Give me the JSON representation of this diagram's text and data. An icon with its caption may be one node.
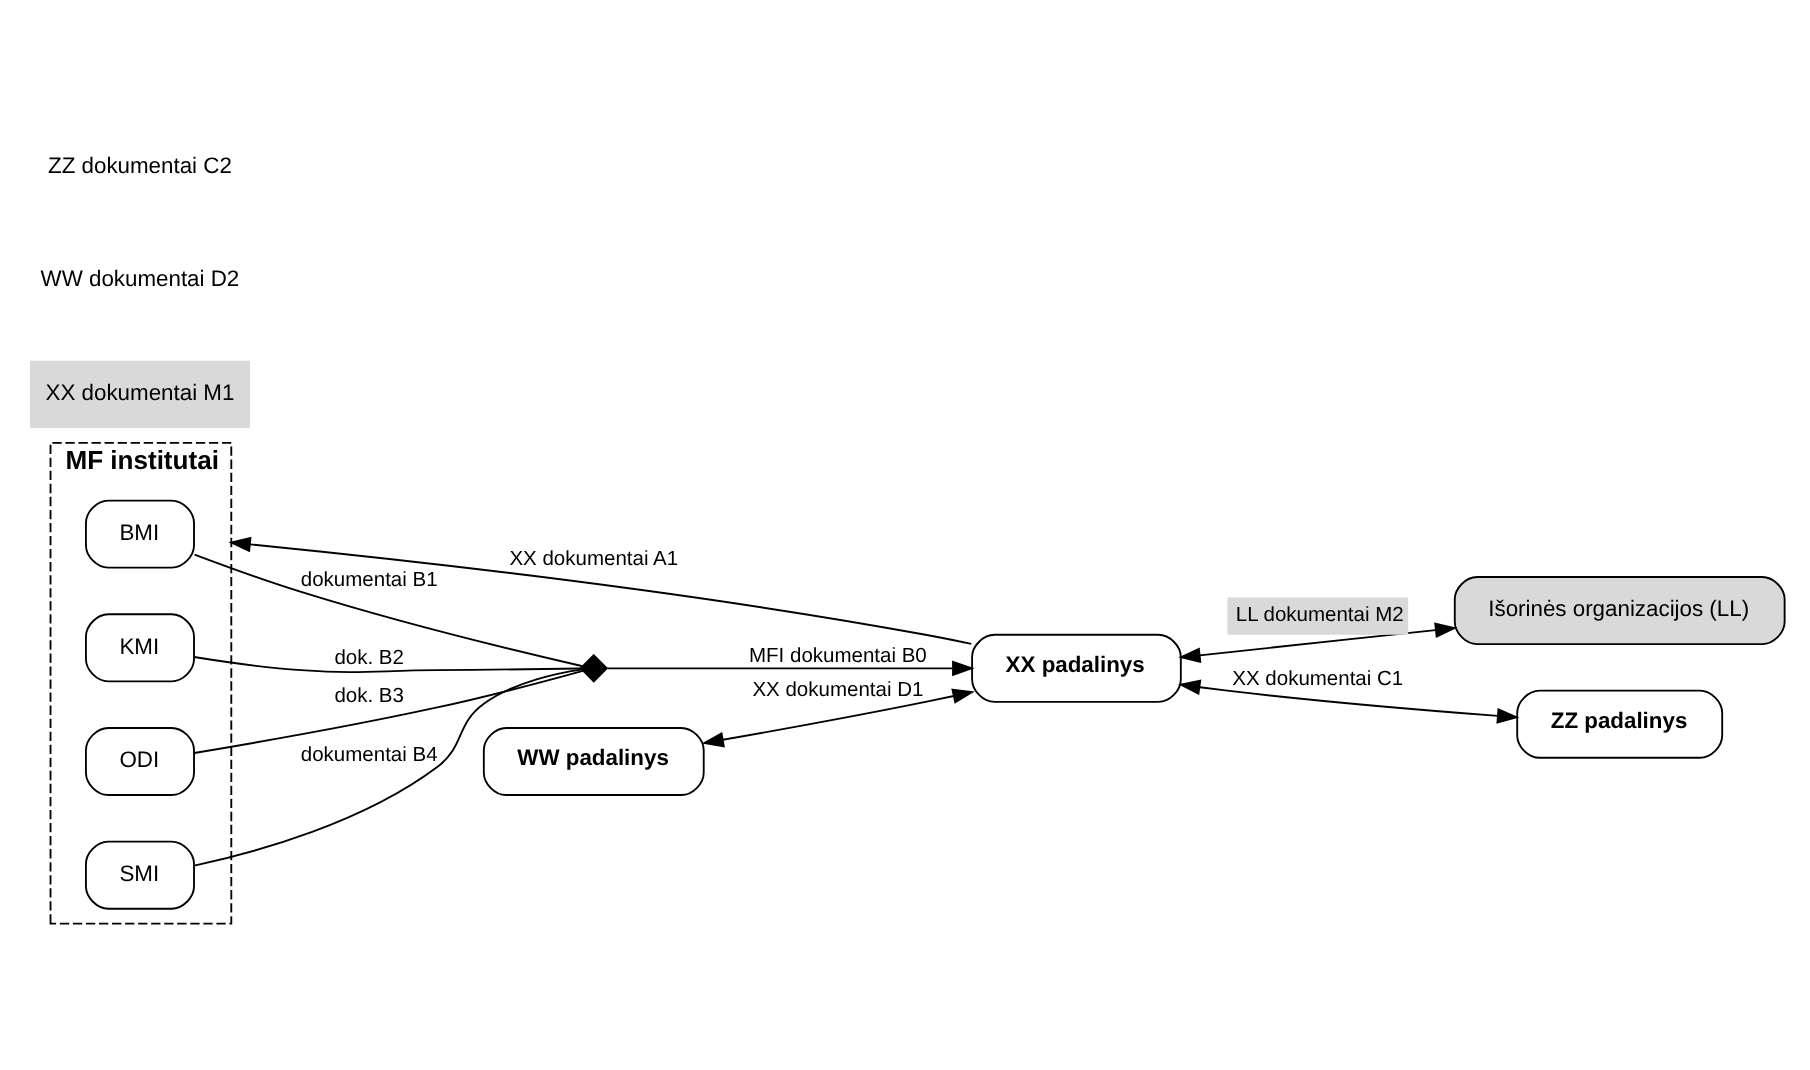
{
  "diagram": {
    "nodes": [
      {
        "text": [
          "Išorinės organizacijos (LL)"
        ]
      },
      {
        "text": [
          "XX padalinys"
        ]
      },
      {
        "text": [
          "WW padalinys"
        ]
      },
      {
        "text": [
          "ZZ padalinys"
        ]
      },
      {
        "text": [
          "MF institutai"
        ]
      },
      {
        "text": [
          "BMI"
        ],
        "in": 4
      },
      {
        "text": [
          "KMI"
        ],
        "in": 4
      },
      {
        "text": [
          "ODI"
        ],
        "in": 4
      },
      {
        "text": [
          "SMI"
        ],
        "in": 4
      },
      {
        "text": [],
        "shape": "diamond"
      }
    ],
    "edges": [
      {
        "from": 1,
        "to": 0,
        "arrow": "both",
        "label": "LL dokumentai M2"
      },
      {
        "from": 2,
        "to": 1,
        "arrow": "both",
        "label": "XX dokumentai D1"
      },
      {
        "from": 1,
        "to": 3,
        "arrow": "both",
        "label": "XX dokumentai C1"
      },
      {
        "from": 1,
        "to": 4,
        "arrow": "to",
        "label": "XX dokumentai A1"
      },
      {
        "from": 9,
        "to": 1,
        "arrow": "to",
        "label": "MFI dokumentai B0"
      },
      {
        "from": 5,
        "to": 9,
        "arrow": "none",
        "label": "dokumentai B1"
      },
      {
        "from": 6,
        "to": 9,
        "arrow": "none",
        "label": "dok. B2"
      },
      {
        "from": 7,
        "to": 9,
        "arrow": "none",
        "label": "dok. B3"
      },
      {
        "from": 8,
        "to": 9,
        "arrow": "none",
        "label": "dokumentai B4"
      }
    ],
    "labels": [
      "XX dokumentai M1",
      "WW dokumentai D2",
      "ZZ dokumentai C2"
    ]
  }
}
